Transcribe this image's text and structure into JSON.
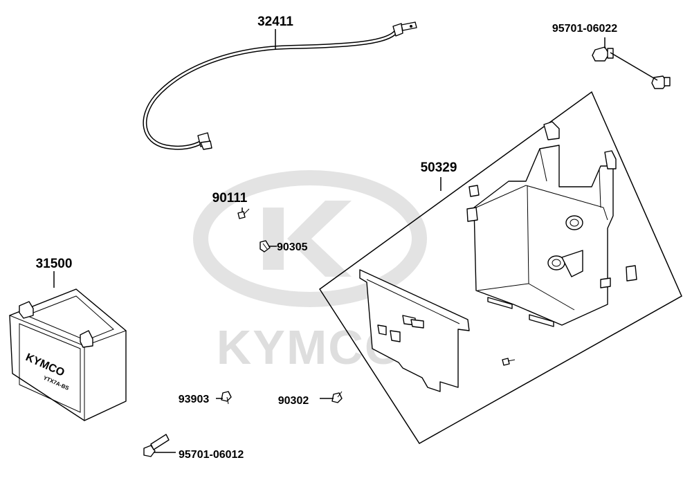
{
  "watermark": {
    "brand": "KYMCO"
  },
  "battery": {
    "brand_text": "KYMCO",
    "model_text": "YTX7A-BS"
  },
  "parts": {
    "cable": "32411",
    "bolt_top": "95701-06022",
    "battery_box": "50329",
    "screw": "90111",
    "clip_nut": "90305",
    "battery": "31500",
    "battery_screw": "93903",
    "battery_nut": "90302",
    "bolt_bottom": "95701-06012"
  }
}
